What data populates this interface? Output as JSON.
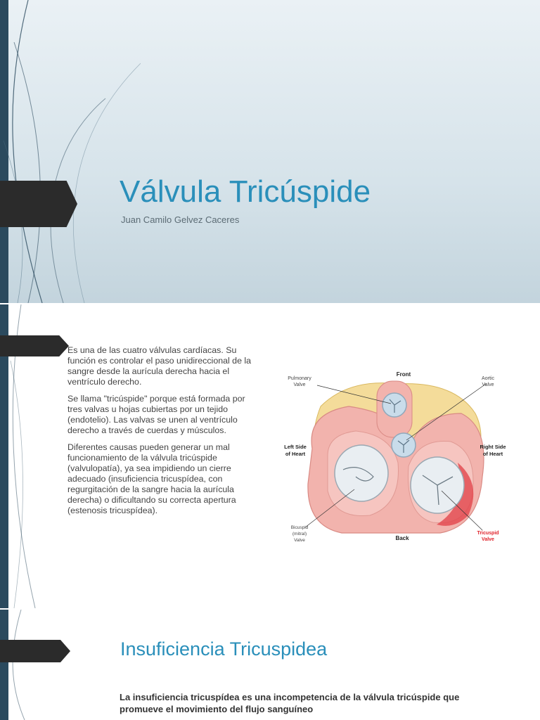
{
  "slide1": {
    "title": "Válvula Tricúspide",
    "subtitle": "Juan Camilo Gelvez Caceres"
  },
  "slide2": {
    "paragraphs": [
      "Es una de las cuatro válvulas cardíacas. Su función es controlar el paso unidireccional de la sangre desde la aurícula derecha hacia el ventrículo derecho.",
      "Se llama \"tricúspide\" porque está formada por tres valvas u hojas cubiertas por un tejido (endotelio). Las valvas se unen al ventrículo derecho a través de cuerdas y músculos.",
      "Diferentes causas pueden generar un mal funcionamiento de la válvula tricúspide (valvulopatía), ya sea impidiendo un cierre adecuado (insuficiencia tricuspídea, con regurgitación de la sangre hacia la aurícula derecha) o dificultando su correcta apertura (estenosis tricuspídea)."
    ],
    "figure": {
      "front": "Front",
      "back": "Back",
      "pulmonary": [
        "Pulmonary",
        "Valve"
      ],
      "aortic": [
        "Aortic",
        "Valve"
      ],
      "left_side": [
        "Left Side",
        "of Heart"
      ],
      "right_side": [
        "Right Side",
        "of Heart"
      ],
      "bicuspid": [
        "Bicuspid",
        "(mitral)",
        "Valve"
      ],
      "tricuspid": [
        "Tricuspid",
        "Valve"
      ]
    }
  },
  "slide3": {
    "title": "Insuficiencia Tricuspidea",
    "text": "La insuficiencia tricuspídea es una incompetencia de la válvula tricúspide que promueve el movimiento del flujo sanguíneo"
  },
  "colors": {
    "accent": "#2a8fba",
    "sidebar": "#2b4a5e",
    "tab": "#2b2b2b",
    "tricuspid_label": "#e0232b"
  }
}
